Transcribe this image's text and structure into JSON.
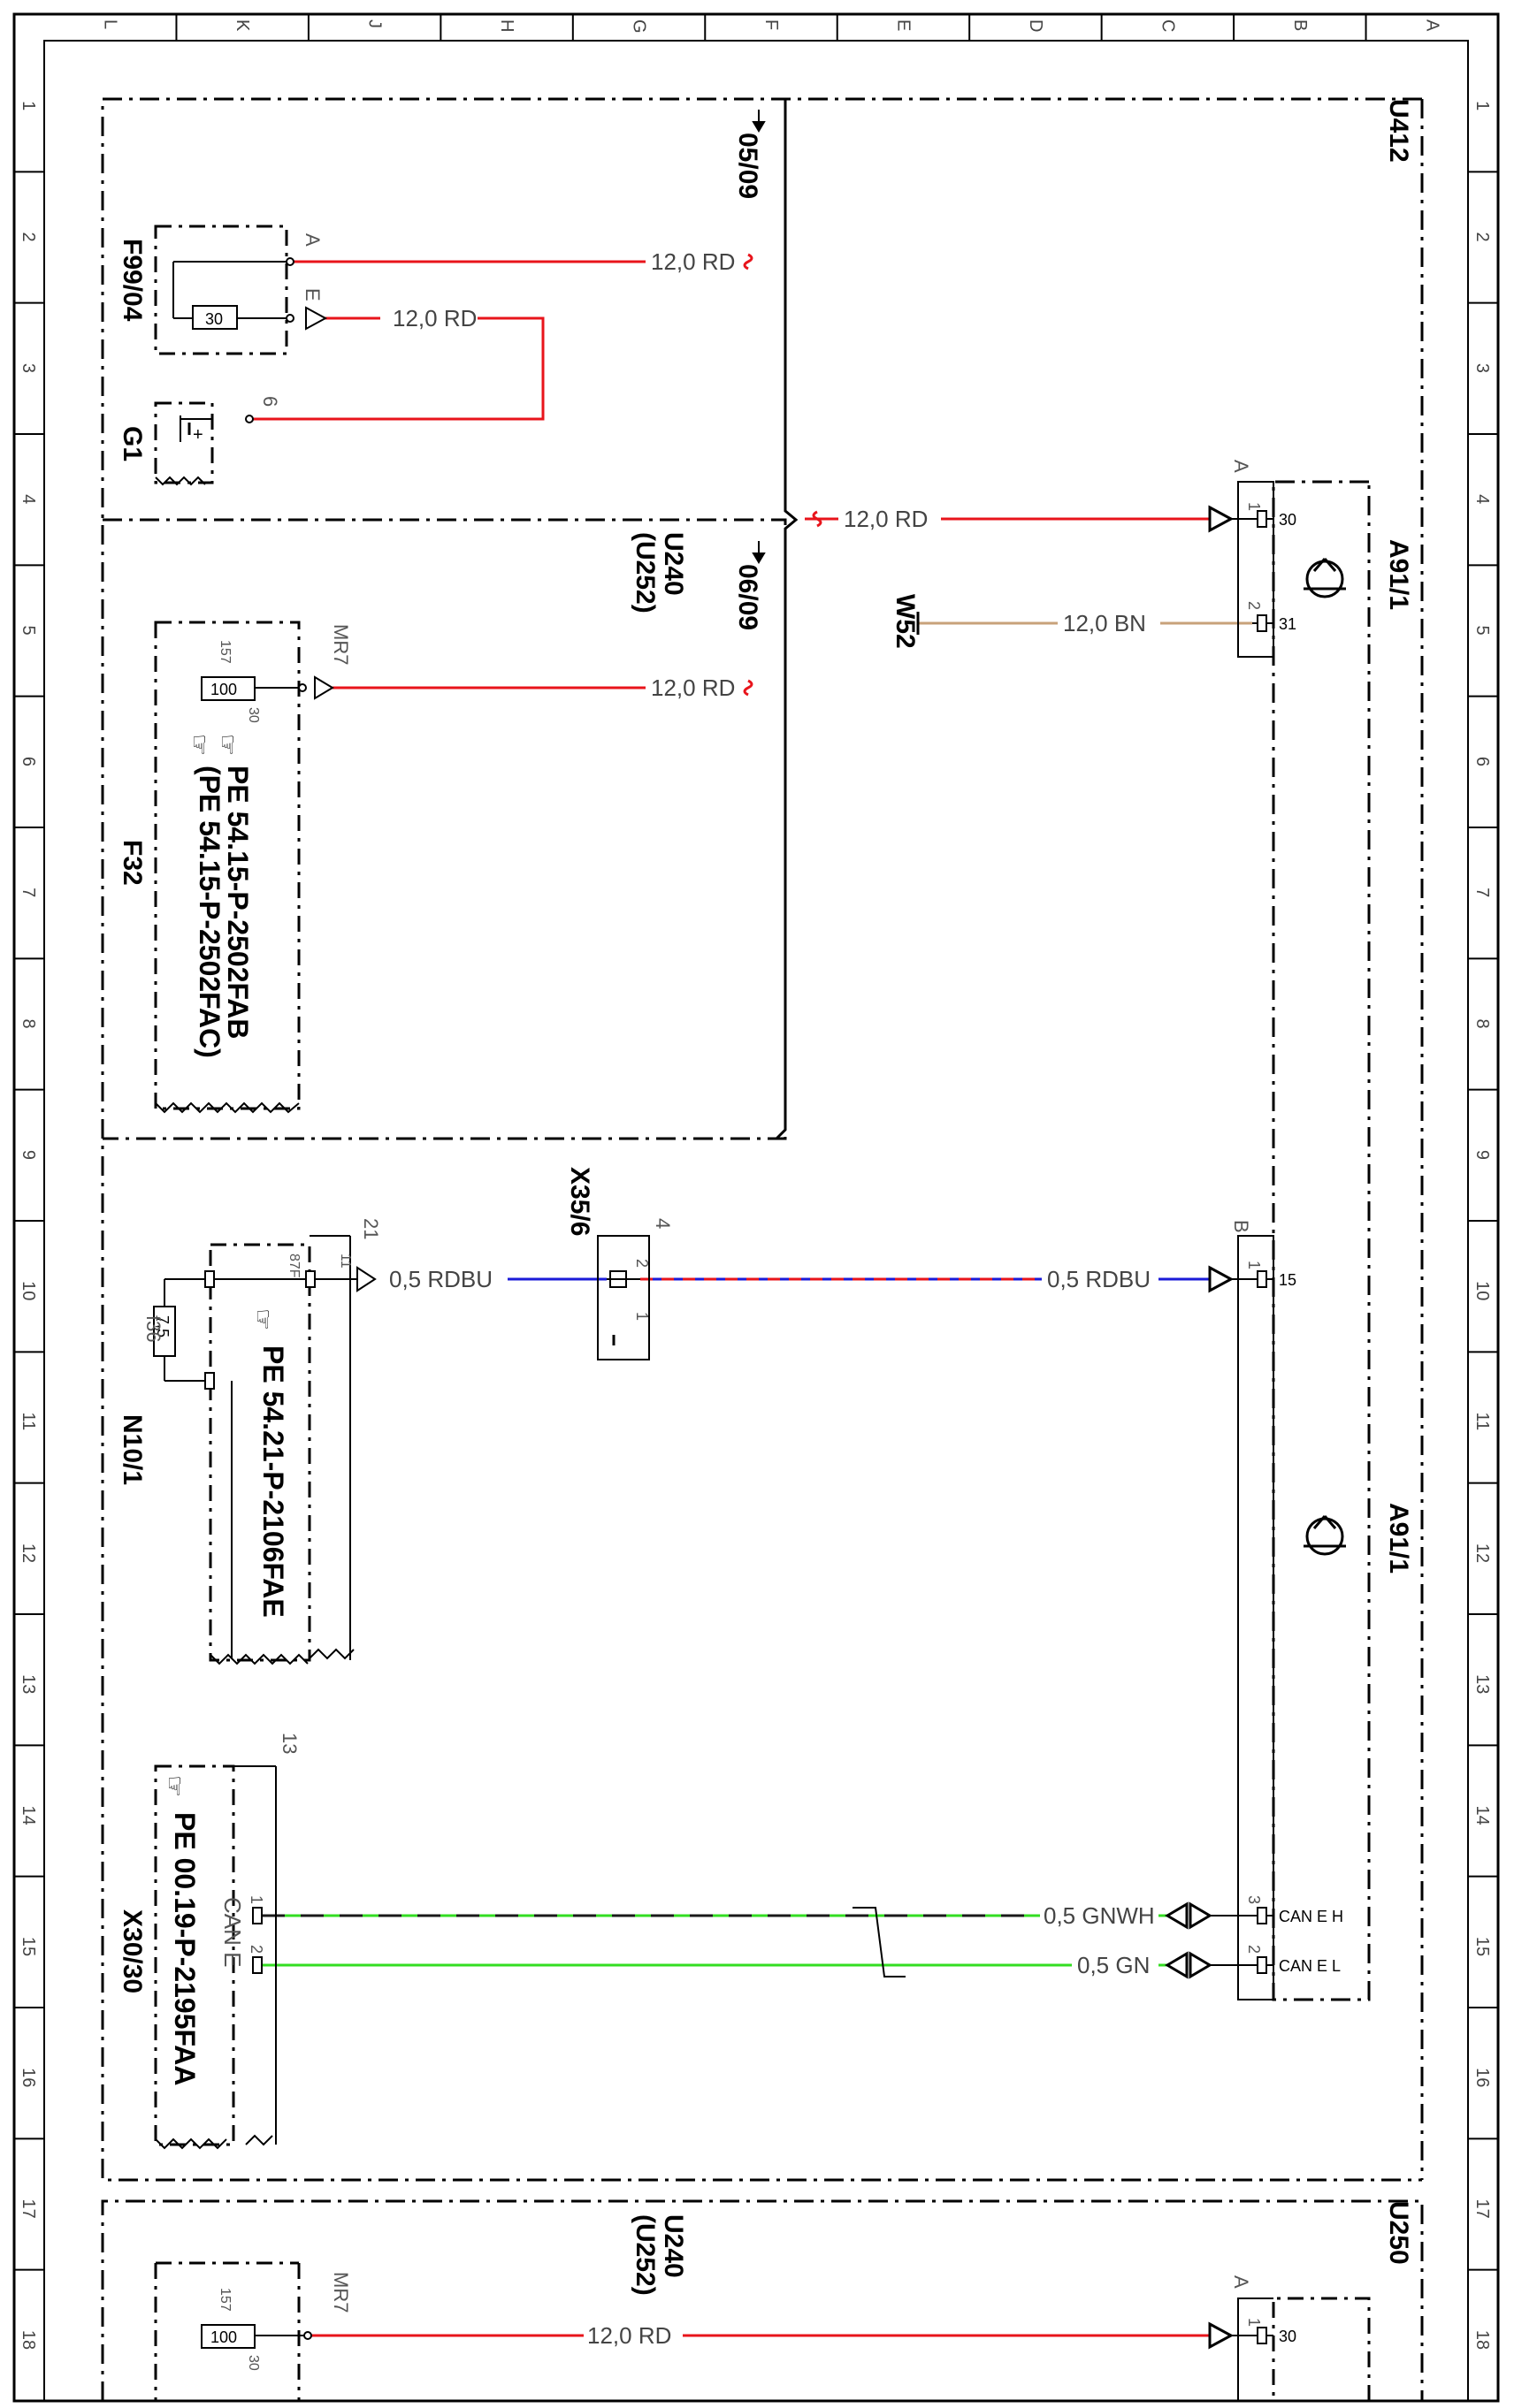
{
  "columns": [
    "L",
    "K",
    "J",
    "H",
    "G",
    "F",
    "E",
    "D",
    "C",
    "B",
    "A"
  ],
  "rows": [
    "1",
    "2",
    "3",
    "4",
    "5",
    "6",
    "7",
    "8",
    "9",
    "10",
    "11",
    "12",
    "13",
    "14",
    "15",
    "16",
    "17",
    "18"
  ],
  "colors": {
    "frame": "#000000",
    "rd": "#e8141b",
    "bn": "#c8a27a",
    "rdbu_blue": "#1a1ad8",
    "gn": "#33dd22",
    "wh": "#1a1a1a"
  },
  "sections": {
    "u412": "U412",
    "u250": "U250",
    "u240_a": "U240",
    "u252_a": "(U252)",
    "u240_b": "U240",
    "u252_b": "(U252)",
    "ref_0509": "05/09",
    "ref_0609": "06/09"
  },
  "components": {
    "f99": "F99/04",
    "g1": "G1",
    "f32": "F32",
    "a91_top": "A91/1",
    "a91_mid": "A91/1",
    "n10": "N10/1",
    "x35": "X35/6",
    "x30": "X30/30",
    "w52": "W52"
  },
  "pe_refs": {
    "pe1": "PE 54.15-P-2502FAB",
    "pe2": "(PE 54.15-P-2502FAC)",
    "pe3": "PE 54.21-P-2106FAE",
    "pe4": "PE 00.19-P-2195FAA"
  },
  "wires": {
    "w1": "12,0 RD",
    "w2": "12,0 RD",
    "w3": "12,0 RD",
    "w4": "12,0 BN",
    "w5": "12,0 RD",
    "w6": "0,5 RDBU",
    "w7": "0,5 RDBU",
    "w8": "0,5 GNWH",
    "w9": "0,5 GN",
    "w10": "12,0 RD"
  },
  "pins": {
    "f99_a": "A",
    "f99_e": "E",
    "f99_fuse": "30",
    "g1_pin": "6",
    "g1_plus": "+",
    "mr7_a": "MR7",
    "mr7_b": "MR7",
    "f32_157_a": "157",
    "f32_30_a": "30",
    "f32_100_a": "100",
    "f32_157_b": "157",
    "f32_30_b": "30",
    "f32_100_b": "100",
    "a91_conn_a": "A",
    "a91_conn_b": "B",
    "a91_conn_c": "A",
    "a91_p1": "1",
    "a91_p30": "30",
    "a91_p2": "2",
    "a91_p31": "31",
    "a91_p1b": "1",
    "a91_p15": "15",
    "a91_p3": "3",
    "a91_canh": "CAN E H",
    "a91_p2c": "2",
    "a91_canl": "CAN E L",
    "a91_p1d": "1",
    "a91_p30d": "30",
    "n10_21": "21",
    "n10_11": "11",
    "n10_87f": "87F",
    "n10_f36": "f36",
    "n10_fuse": "7,5",
    "x35_4": "4",
    "x35_2": "2",
    "x35_1": "1",
    "x30_13": "13",
    "x30_1": "1",
    "x30_2": "2",
    "x30_can": "CAN E"
  }
}
